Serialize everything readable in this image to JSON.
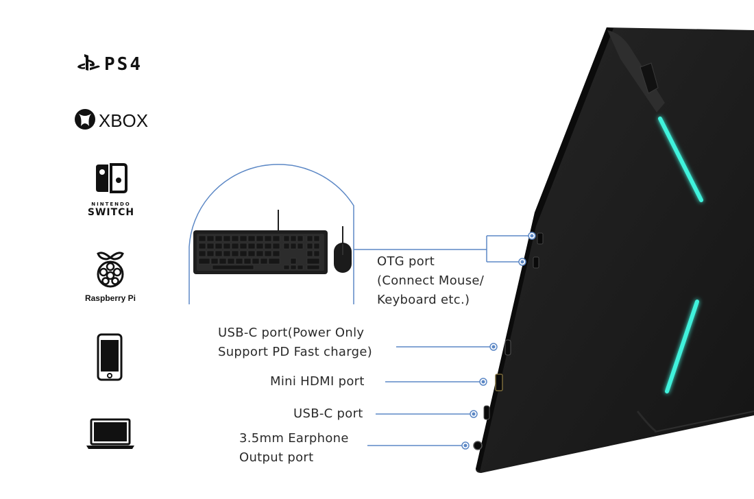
{
  "devices": {
    "ps4": {
      "text": "PS4",
      "icon": "playstation-icon"
    },
    "xbox": {
      "text": "XBOX",
      "icon": "xbox-icon"
    },
    "switch": {
      "line1": "NINTENDO",
      "line2": "SWITCH",
      "icon": "nintendo-switch-icon"
    },
    "raspberry": {
      "text": "Raspberry Pi",
      "icon": "raspberry-pi-icon"
    },
    "phone": {
      "icon": "smartphone-icon"
    },
    "laptop": {
      "icon": "laptop-icon"
    }
  },
  "ports": {
    "otg": {
      "line1": "OTG port",
      "line2": "(Connect Mouse/",
      "line3": "Keyboard etc.)"
    },
    "usbc_power": {
      "line1": "USB-C port(Power Only",
      "line2": "Support PD Fast charge)"
    },
    "mini_hdmi": {
      "text": "Mini HDMI port"
    },
    "usbc": {
      "text": "USB-C port"
    },
    "earphone": {
      "line1": "3.5mm Earphone",
      "line2": "Output port"
    }
  },
  "colors": {
    "callout_line": "#5b87c5",
    "led_glow": "#3ff2dc",
    "monitor_body": "#1c1c1c"
  }
}
